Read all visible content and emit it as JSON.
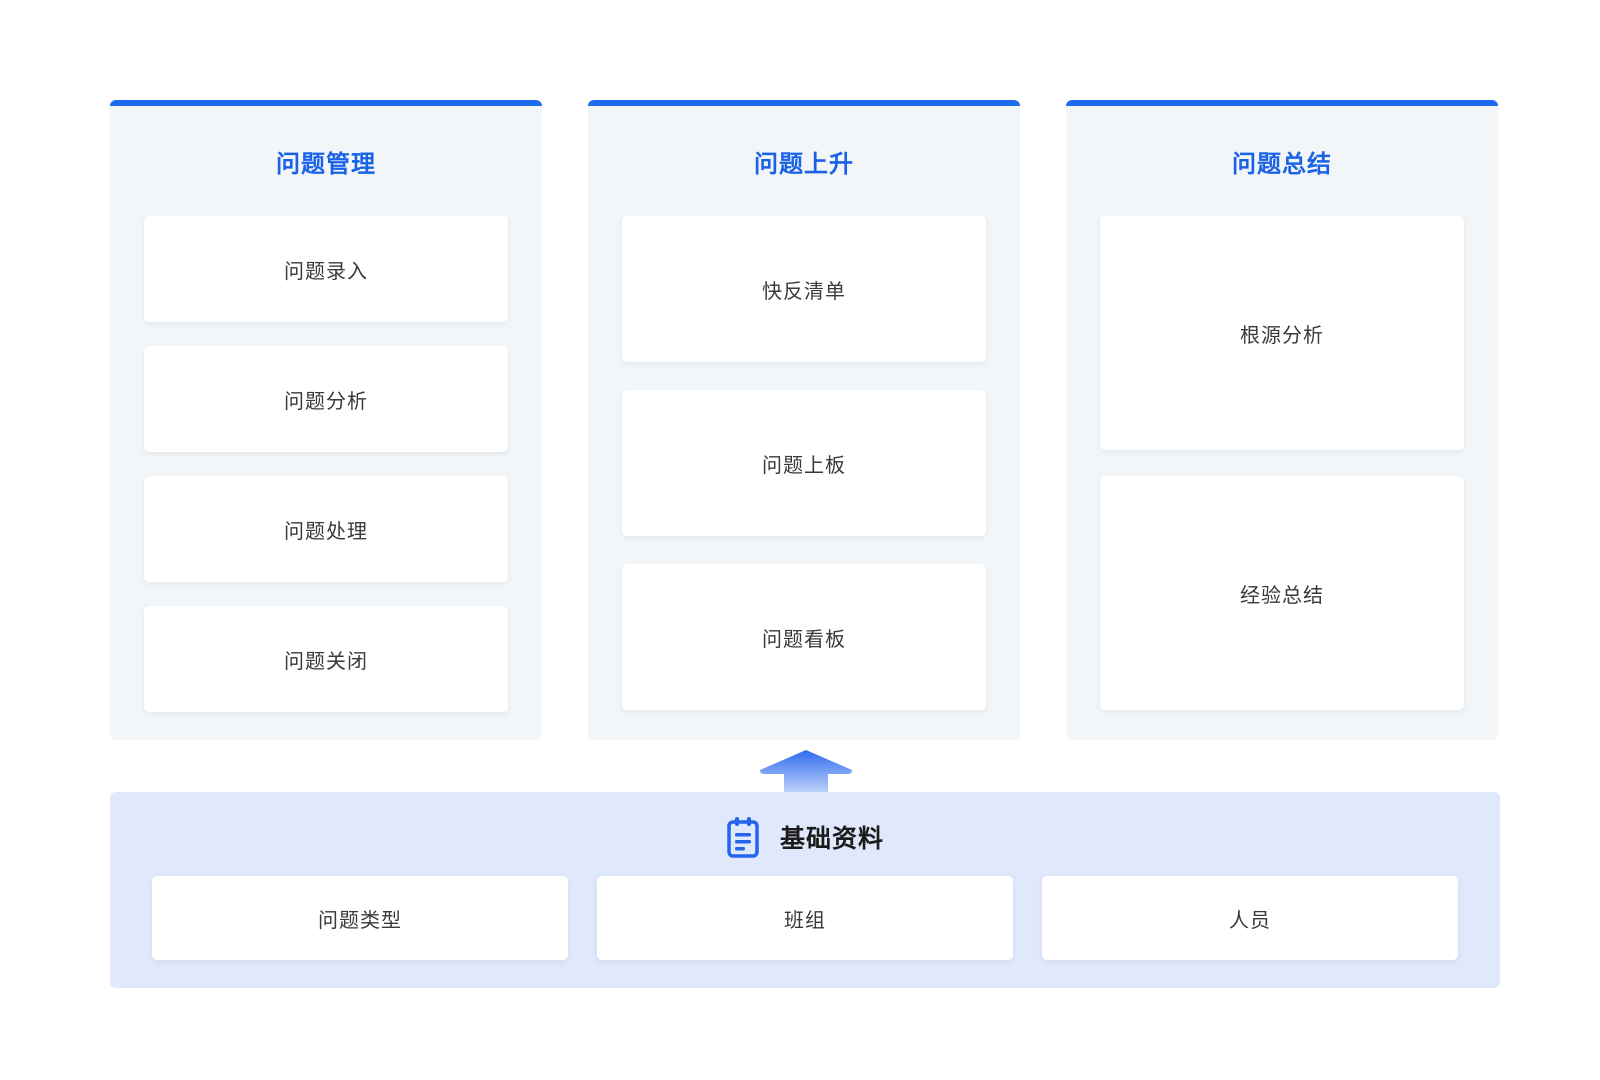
{
  "panels": [
    {
      "title": "问题管理",
      "items": [
        "问题录入",
        "问题分析",
        "问题处理",
        "问题关闭"
      ]
    },
    {
      "title": "问题上升",
      "items": [
        "快反清单",
        "问题上板",
        "问题看板"
      ]
    },
    {
      "title": "问题总结",
      "items": [
        "根源分析",
        "经验总结"
      ]
    }
  ],
  "base": {
    "icon": "clipboard-icon",
    "title": "基础资料",
    "items": [
      "问题类型",
      "班组",
      "人员"
    ]
  },
  "colors": {
    "accent": "#1e6aef",
    "title_blue": "#1a63e8",
    "panel_bg": "#f3f6f8",
    "base_bg": "#dfe9fb"
  }
}
